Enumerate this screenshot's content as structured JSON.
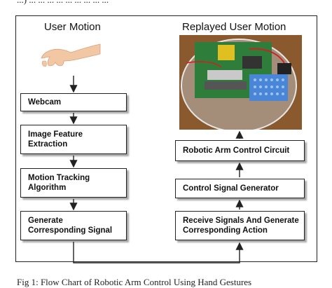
{
  "top_text": "...) ... ... ... ... ... ... ... ... ...",
  "left_heading": "User Motion",
  "right_heading": "Replayed User Motion",
  "left_steps": [
    {
      "label": "Webcam"
    },
    {
      "label": "Image Feature\nExtraction"
    },
    {
      "label": "Motion Tracking\nAlgorithm"
    },
    {
      "label": "Generate\nCorresponding Signal"
    }
  ],
  "right_steps": [
    {
      "label": "Robotic Arm Control Circuit"
    },
    {
      "label": "Control Signal Generator"
    },
    {
      "label": "Receive Signals And Generate\nCorresponding Action"
    }
  ],
  "caption": "Fig 1: Flow Chart of Robotic Arm Control Using Hand Gestures",
  "colors": {
    "line": "#222222",
    "box_fill": "#ffffff",
    "skin": "#f2c7a4",
    "board": "#2f7d3a"
  }
}
